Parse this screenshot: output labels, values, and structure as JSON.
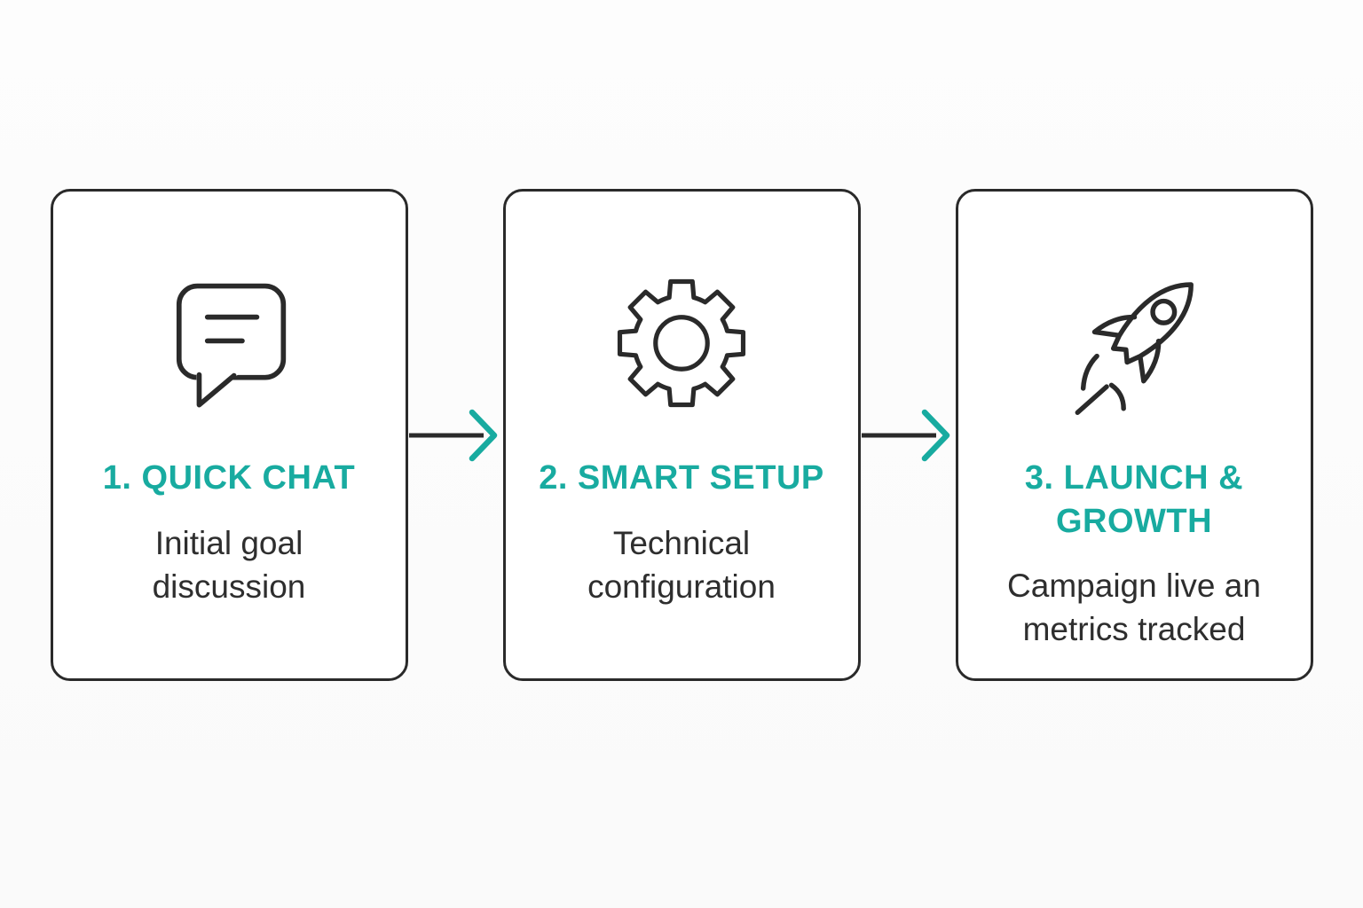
{
  "diagram": {
    "type": "process-flow",
    "direction": "left-to-right",
    "step_count": 3
  },
  "colors": {
    "accent_teal": "#18aba0",
    "ink": "#2a2a2a",
    "text": "#2e2e2e",
    "card_background": "#ffffff",
    "page_background": "#fbfbfb"
  },
  "steps": [
    {
      "icon": "chat-bubble-icon",
      "title": "1. QUICK CHAT",
      "description": "Initial goal discussion"
    },
    {
      "icon": "gear-icon",
      "title": "2. SMART SETUP",
      "description": "Technical configuration"
    },
    {
      "icon": "rocket-icon",
      "title": "3. LAUNCH & GROWTH",
      "description": "Campaign live an metrics tracked"
    }
  ]
}
